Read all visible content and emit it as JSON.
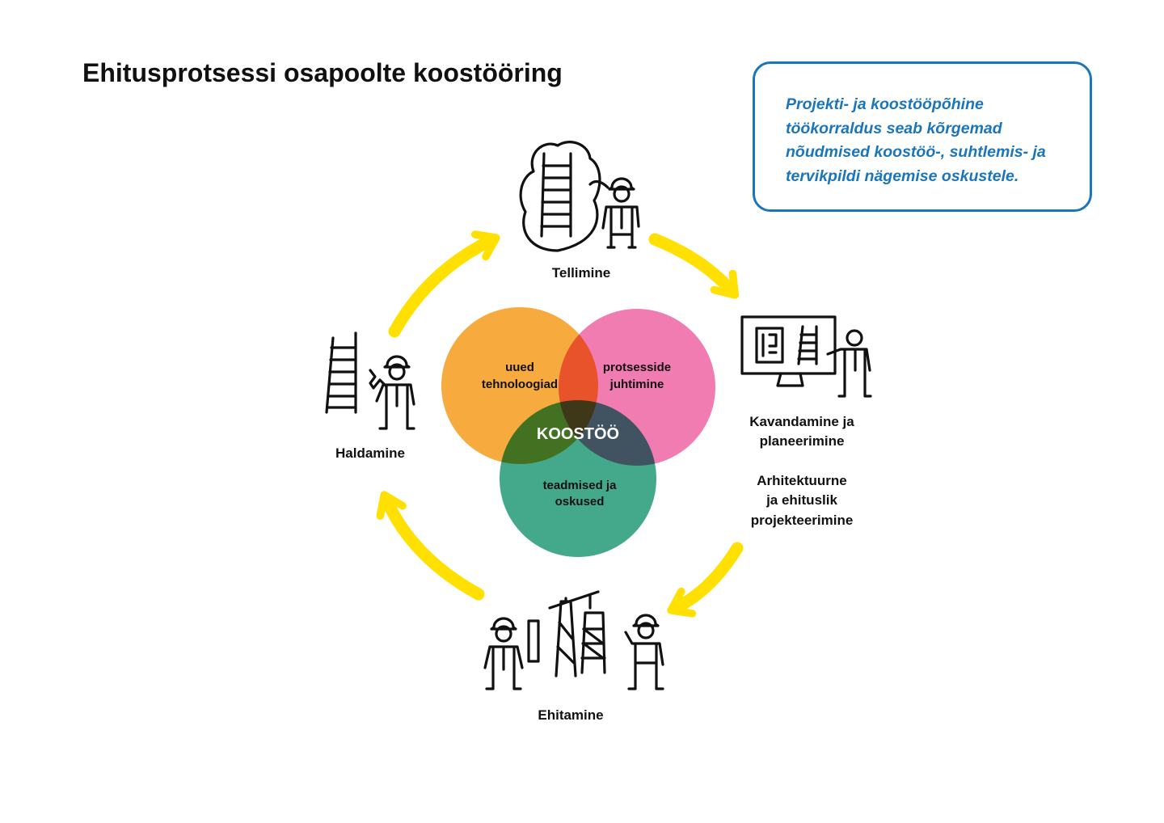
{
  "title": "Ehitusprotsessi osapoolte koostööring",
  "note": "Projekti- ja koostööpõhine töökorraldus seab kõrgemad nõudmised koostöö-, suhtlemis- ja tervikpildi nägemise oskustele.",
  "stages": {
    "tellimine": "Tellimine",
    "kavandamine": [
      "Kavandamine ja",
      "planeerimine"
    ],
    "arhitektuurne": [
      "Arhitektuurne",
      "ja ehituslik",
      "projekteerimine"
    ],
    "ehitamine": "Ehitamine",
    "haldamine": "Haldamine"
  },
  "venn": {
    "center": "KOOSTÖÖ",
    "orange": [
      "uued",
      "tehnoloogiad"
    ],
    "pink": [
      "protsesside",
      "juhtimine"
    ],
    "green": [
      "teadmised ja",
      "oskused"
    ]
  },
  "colors": {
    "arrow": "#ffe000",
    "orange": "#f7a634",
    "pink": "#f06ea9",
    "green": "#3aa584",
    "note": "#1a75bb"
  },
  "icons": [
    "ladder-icon",
    "worker-icon",
    "monitor-icon",
    "crane-icon",
    "wrench-icon",
    "tree-icon"
  ]
}
